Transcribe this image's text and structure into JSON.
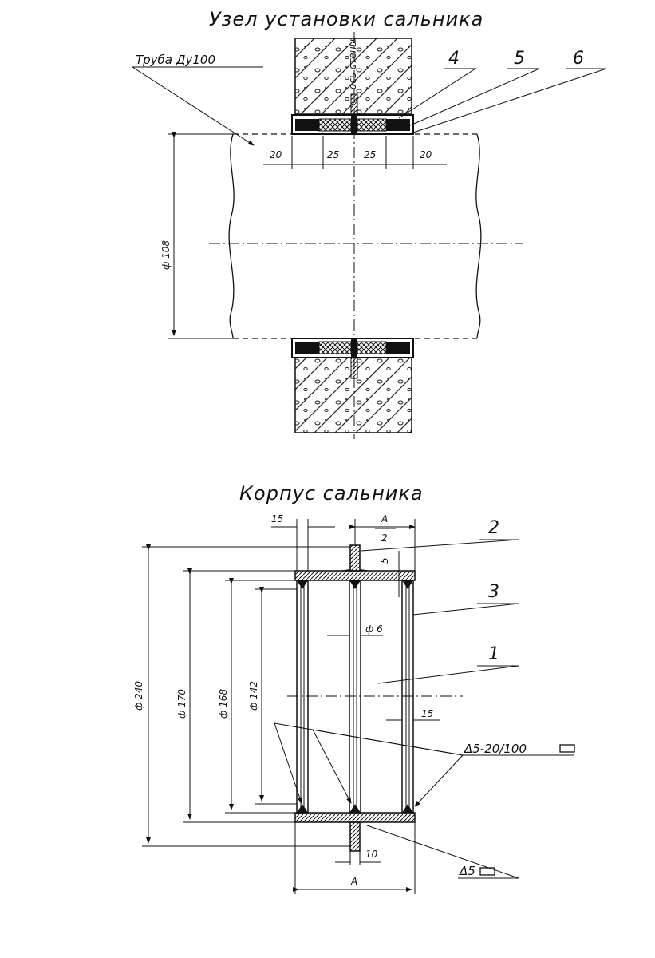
{
  "gland_assembly": {
    "title": "Узел установки сальника",
    "pipe_label": "Труба Ду100",
    "wall_axis_label": "ось стены",
    "callouts": [
      "4",
      "5",
      "6"
    ],
    "dims": {
      "d1": "20",
      "d2": "25",
      "d3": "25",
      "d4": "20",
      "diameter": "ф 108"
    }
  },
  "gland_body": {
    "title": "Корпус сальника",
    "dims": {
      "top_left": "15",
      "top_A": "А",
      "top_A_half": "2",
      "s5": "5",
      "phi6": "ф 6",
      "right15": "15",
      "phi240": "ф 240",
      "phi170": "ф 170",
      "phi168": "ф 168",
      "phi142": "ф 142",
      "bottom10": "10",
      "bottom_A": "А"
    },
    "callouts": [
      "2",
      "3",
      "1"
    ],
    "weld_note_1": "Δ5-20/100",
    "weld_note_2": "Δ5"
  }
}
